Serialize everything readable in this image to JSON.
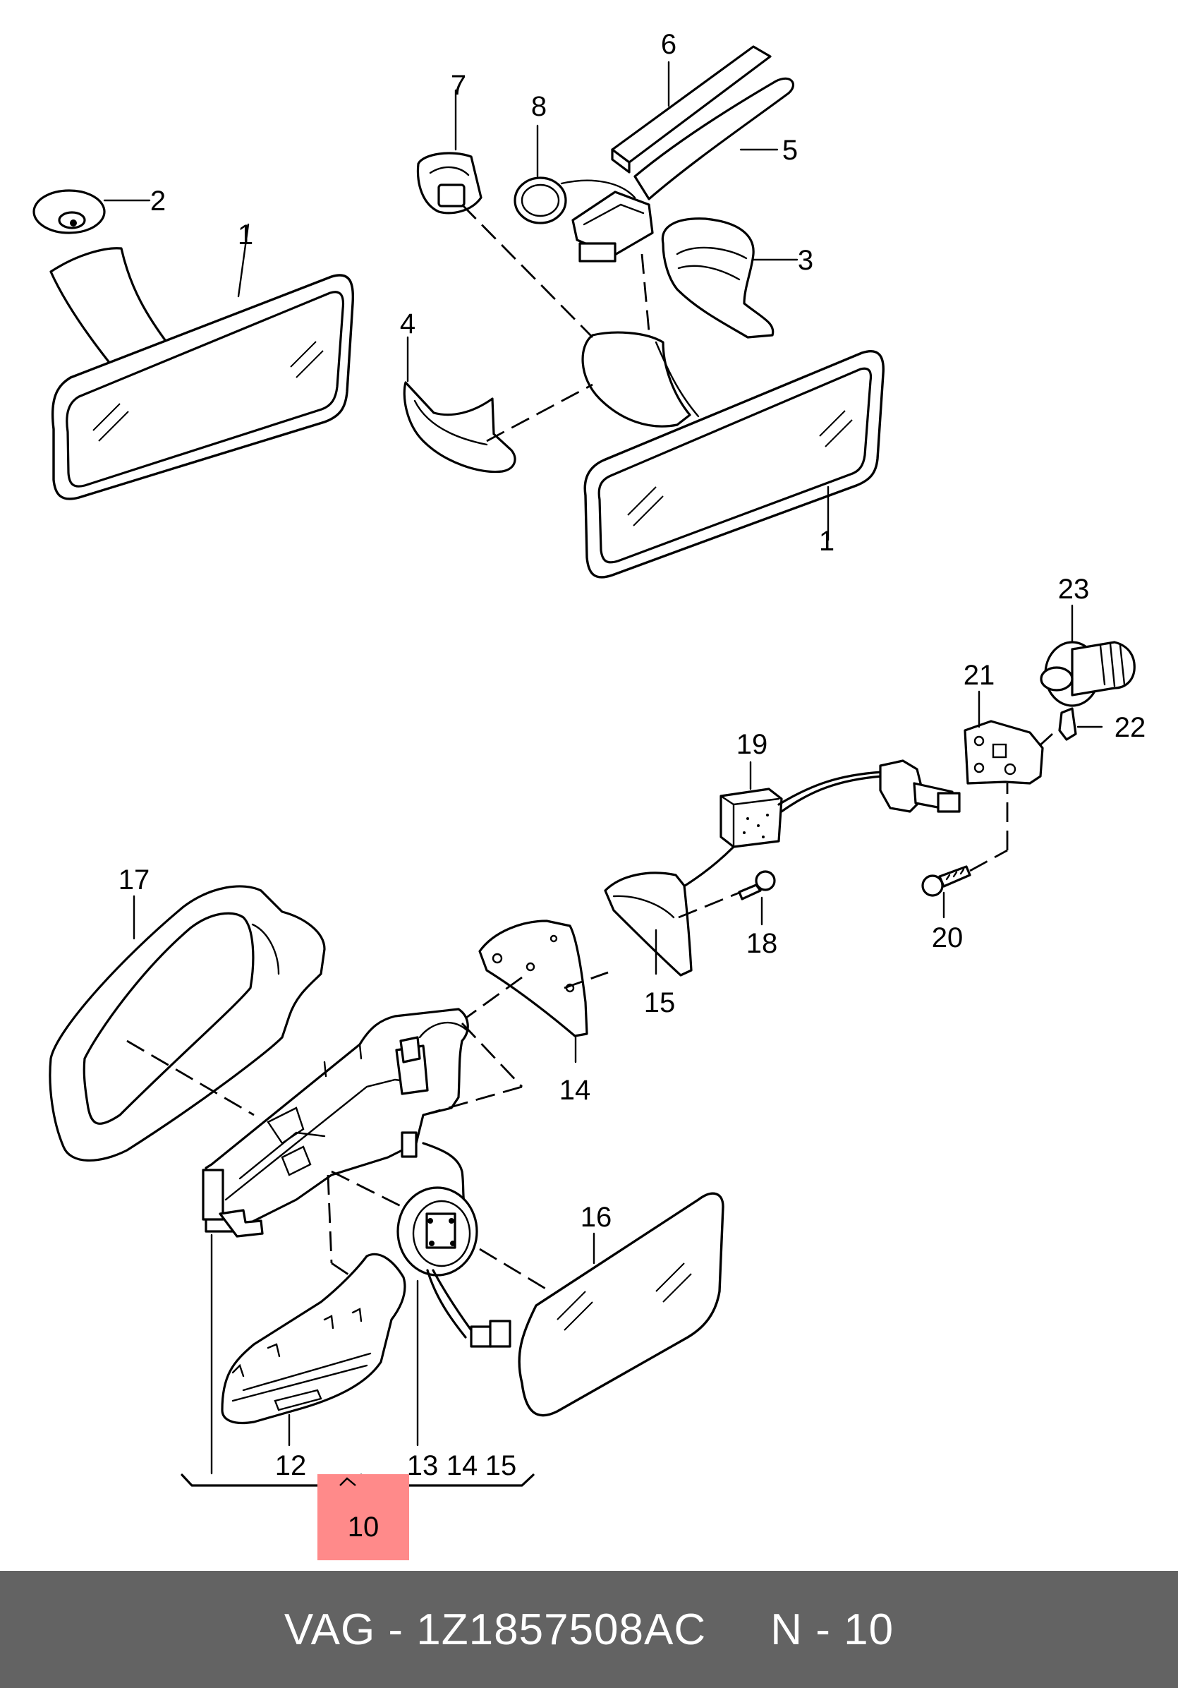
{
  "diagram": {
    "part_labels": [
      "1",
      "1",
      "2",
      "3",
      "4",
      "5",
      "6",
      "7",
      "8",
      "12",
      "13",
      "14",
      "15",
      "15",
      "14",
      "16",
      "17",
      "18",
      "19",
      "20",
      "21",
      "22",
      "23"
    ],
    "group_label": "10"
  },
  "footer": {
    "brand": "VAG",
    "separator": " - ",
    "part_number": "1Z1857508AC",
    "position_prefix": "N - ",
    "position_number": "10"
  }
}
